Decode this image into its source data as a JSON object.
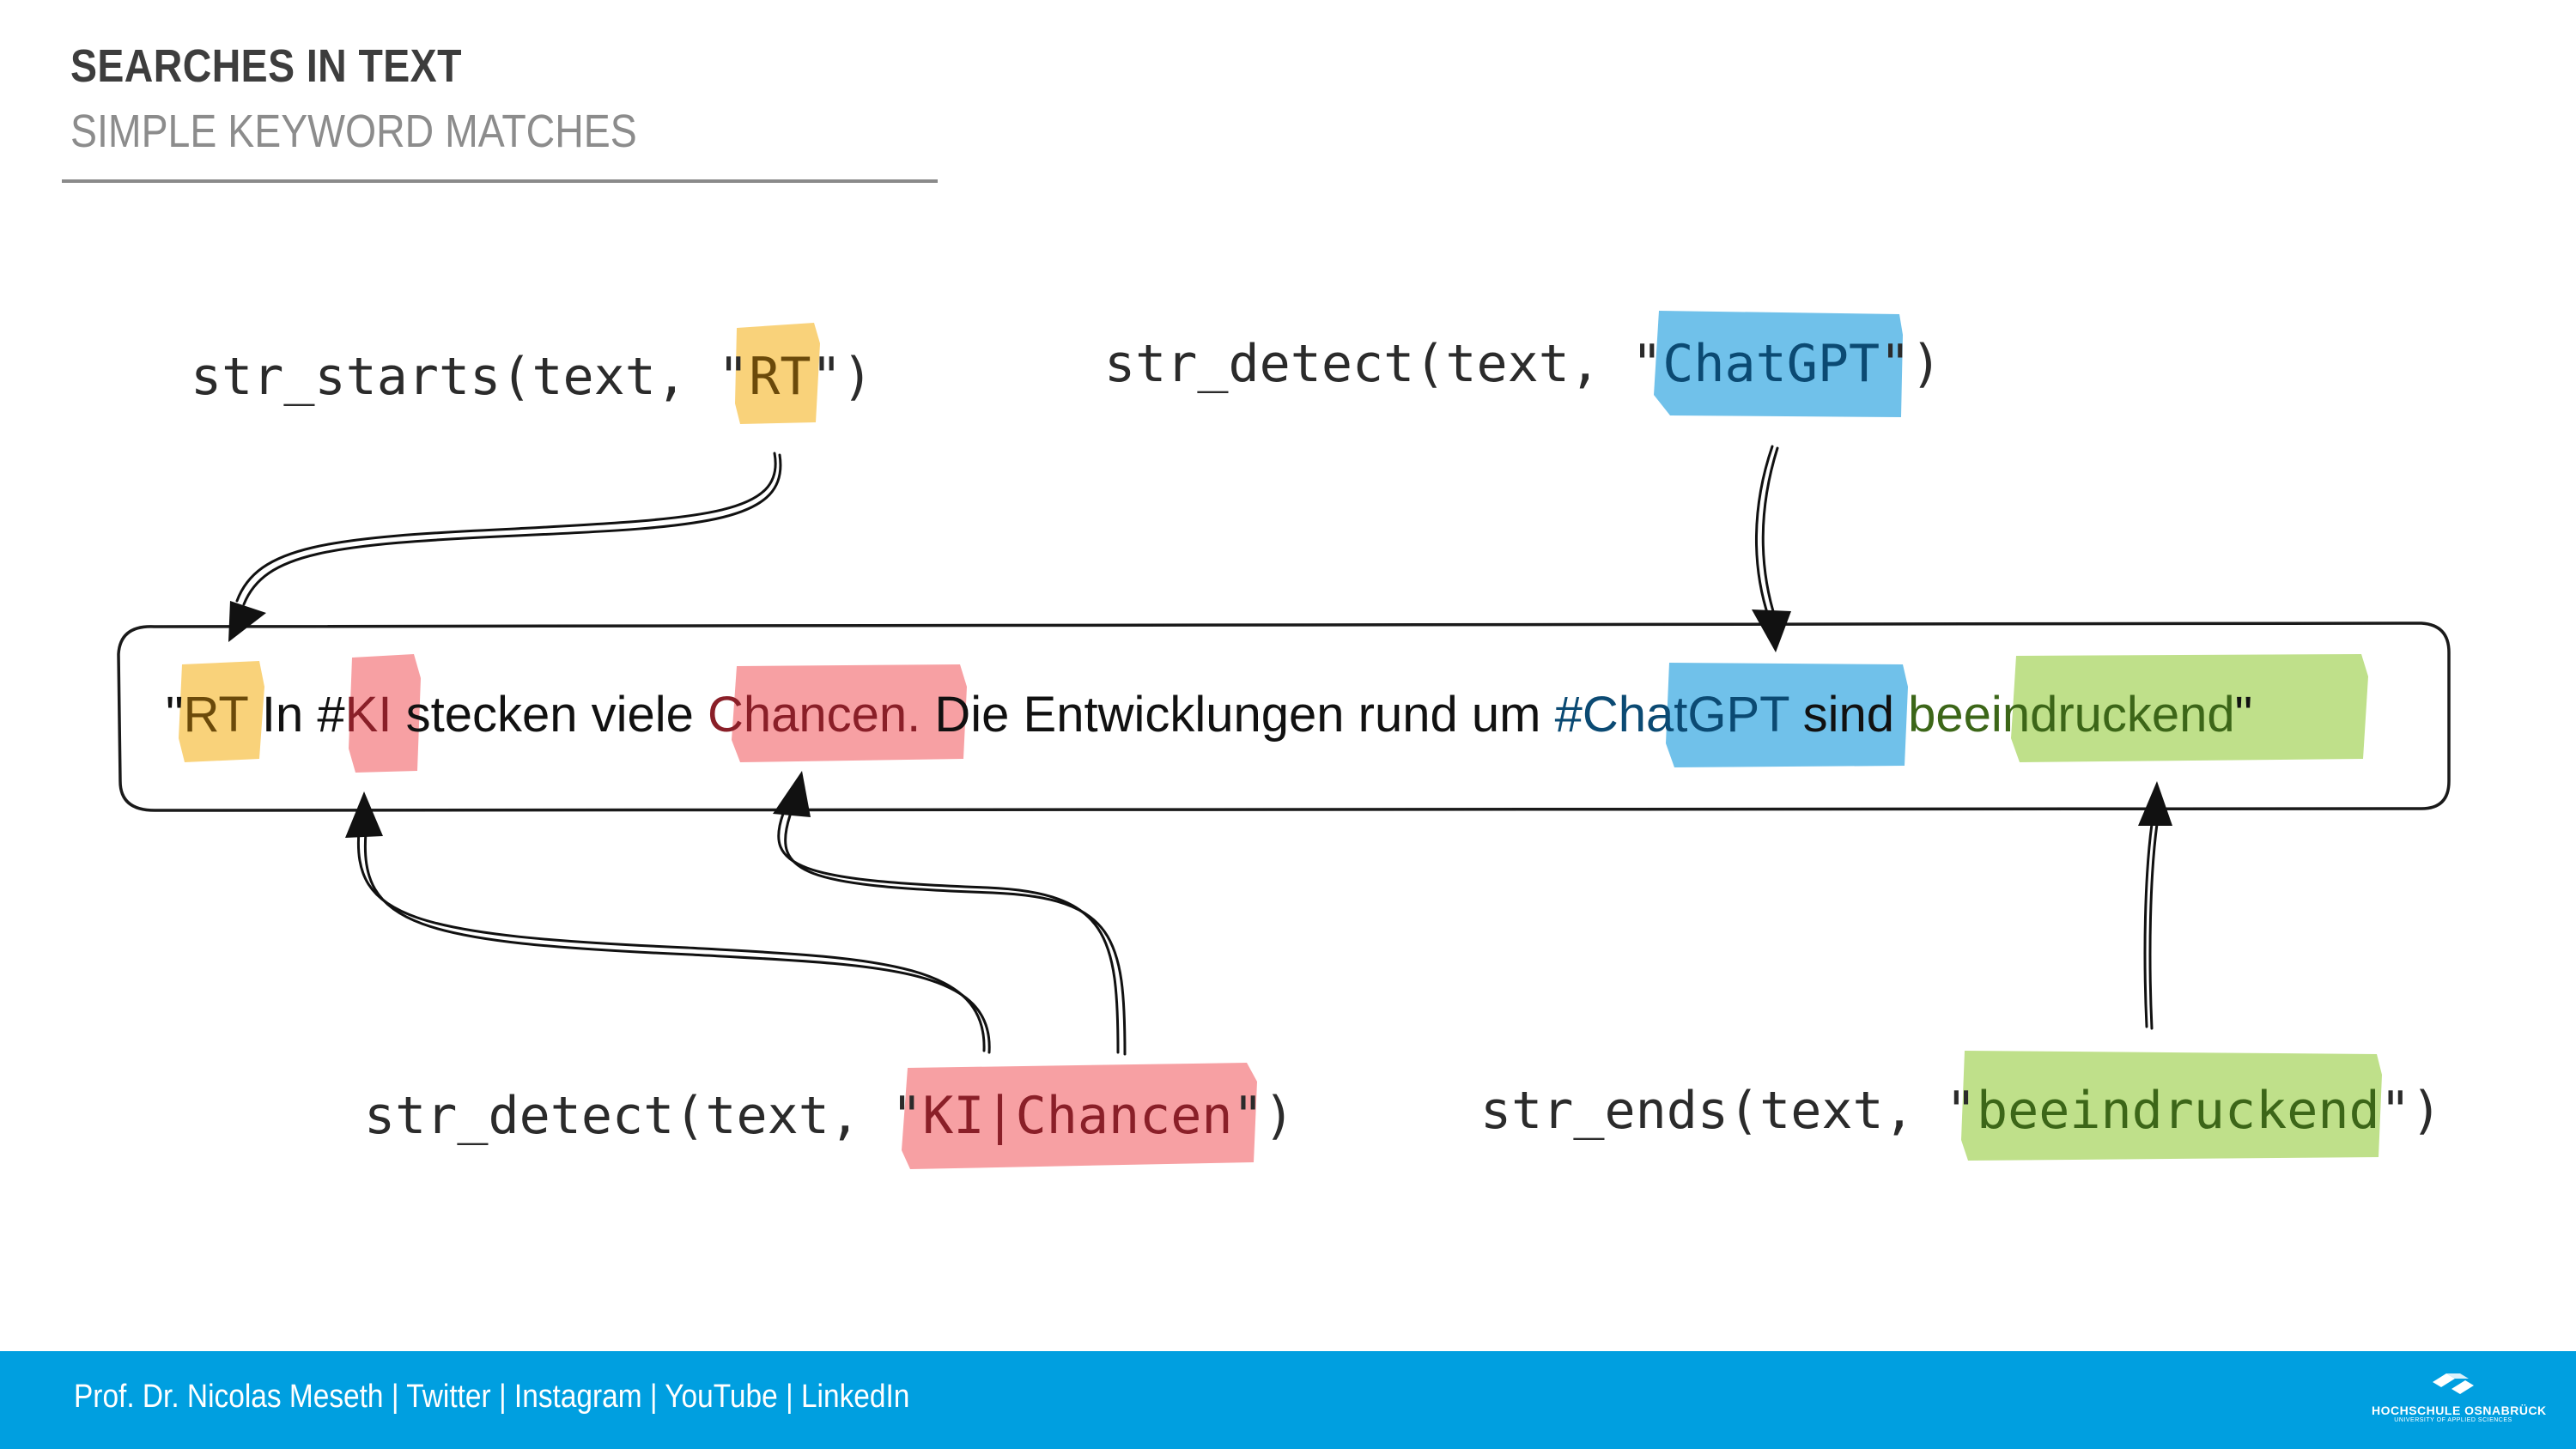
{
  "header": {
    "title": "SEARCHES IN TEXT",
    "subtitle": "SIMPLE KEYWORD MATCHES"
  },
  "diagram": {
    "sentence": {
      "open_quote": "\"",
      "rt": "RT",
      "t1": " In #",
      "ki": "KI",
      "t2": " stecken viele ",
      "chancen": "Chancen.",
      "t3": " Die Entwicklungen rund um ",
      "chatgpt": "#ChatGPT",
      "t4": " sind ",
      "beeindruckend": "beeindruckend",
      "close_quote": "\""
    },
    "code": {
      "starts_prefix": "str_starts(text, \"",
      "starts_arg": "RT",
      "starts_suffix": "\")",
      "detect1_prefix": "str_detect(text, \"",
      "detect1_arg": "ChatGPT",
      "detect1_suffix": "\")",
      "detect2_prefix": "str_detect(text, \"",
      "detect2_arg": "KI|Chancen",
      "detect2_suffix": "\")",
      "ends_prefix": "str_ends(text, \"",
      "ends_arg": "beeindruckend",
      "ends_suffix": "\")"
    },
    "colors": {
      "yellow": "#f9d27a",
      "red": "#f7a0a3",
      "blue": "#70c1ea",
      "green": "#bfe08a"
    }
  },
  "footer": {
    "text": "Prof. Dr. Nicolas Meseth | Twitter | Instagram | YouTube | LinkedIn",
    "logo_name": "HOCHSCHULE OSNABRÜCK",
    "logo_tagline": "UNIVERSITY OF APPLIED SCIENCES"
  }
}
